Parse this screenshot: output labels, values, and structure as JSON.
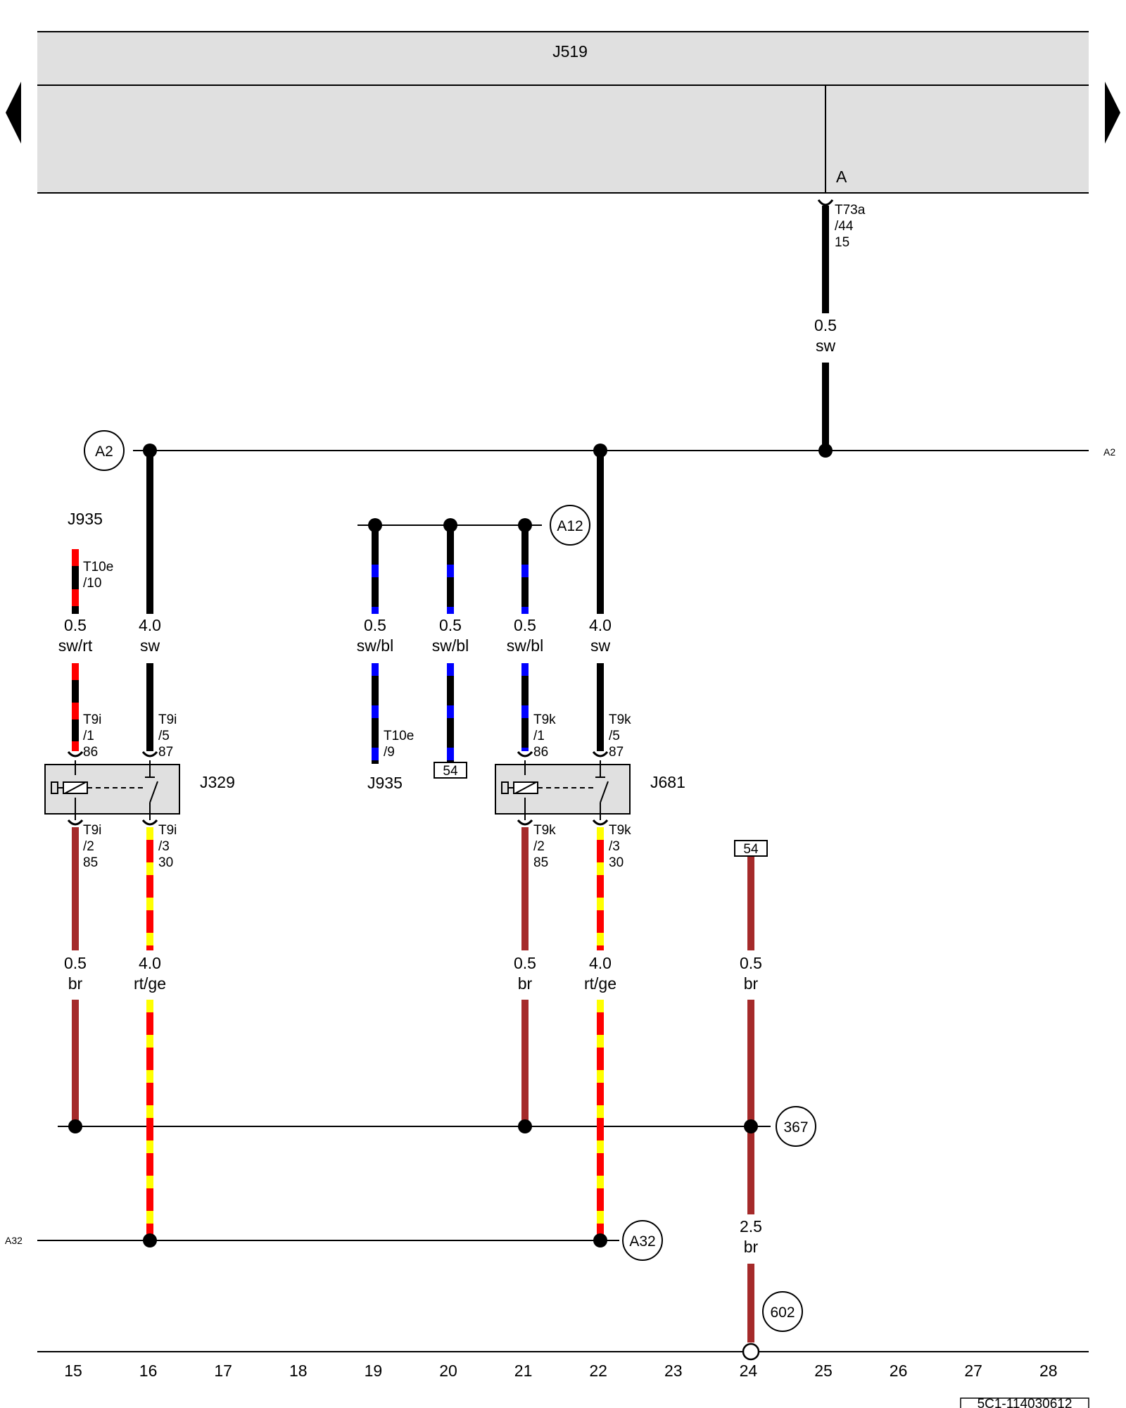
{
  "colors": {
    "module_fill": "#e0e0e0",
    "wire_sw": "#000000",
    "wire_rt": "#ff0000",
    "wire_bl": "#0000ff",
    "wire_ge": "#ffff00",
    "wire_br": "#a52a2a"
  },
  "module": {
    "name": "J519",
    "pin_letter": "A"
  },
  "nav": {
    "prev": "arrow-left-icon",
    "next": "arrow-right-icon"
  },
  "connectors": {
    "j519_pin": {
      "conn": "T73a",
      "pin": "/44",
      "term": "15"
    },
    "j935_t10e_10": {
      "conn": "T10e",
      "pin": "/10"
    },
    "j935_t10e_9": {
      "conn": "T10e",
      "pin": "/9"
    },
    "j329_86": {
      "conn": "T9i",
      "pin": "/1",
      "term": "86"
    },
    "j329_87": {
      "conn": "T9i",
      "pin": "/5",
      "term": "87"
    },
    "j329_85": {
      "conn": "T9i",
      "pin": "/2",
      "term": "85"
    },
    "j329_30": {
      "conn": "T9i",
      "pin": "/3",
      "term": "30"
    },
    "j681_86": {
      "conn": "T9k",
      "pin": "/1",
      "term": "86"
    },
    "j681_87": {
      "conn": "T9k",
      "pin": "/5",
      "term": "87"
    },
    "j681_85": {
      "conn": "T9k",
      "pin": "/2",
      "term": "85"
    },
    "j681_30": {
      "conn": "T9k",
      "pin": "/3",
      "term": "30"
    }
  },
  "components": {
    "j935_top": "J935",
    "j935_mid": "J935",
    "j329": "J329",
    "j681": "J681"
  },
  "wires": {
    "w_j519": {
      "size": "0.5",
      "color": "sw"
    },
    "w15_top": {
      "size": "0.5",
      "color": "sw/rt"
    },
    "w16_top": {
      "size": "4.0",
      "color": "sw"
    },
    "w19": {
      "size": "0.5",
      "color": "sw/bl"
    },
    "w20": {
      "size": "0.5",
      "color": "sw/bl"
    },
    "w21_top": {
      "size": "0.5",
      "color": "sw/bl"
    },
    "w22_top": {
      "size": "4.0",
      "color": "sw"
    },
    "w15_bot": {
      "size": "0.5",
      "color": "br"
    },
    "w16_bot": {
      "size": "4.0",
      "color": "rt/ge"
    },
    "w21_bot": {
      "size": "0.5",
      "color": "br"
    },
    "w22_bot": {
      "size": "4.0",
      "color": "rt/ge"
    },
    "w24_top": {
      "size": "0.5",
      "color": "br"
    },
    "w24_bot": {
      "size": "2.5",
      "color": "br"
    }
  },
  "refs": {
    "a2_left": "A2",
    "a2_right": "A2",
    "a12": "A12",
    "a32_left": "A32",
    "a32_right": "A32",
    "r367": "367",
    "r602": "602"
  },
  "terminals": {
    "t54_col20": "54",
    "t54_col24": "54"
  },
  "columns": [
    "15",
    "16",
    "17",
    "18",
    "19",
    "20",
    "21",
    "22",
    "23",
    "24",
    "25",
    "26",
    "27",
    "28"
  ],
  "doc_id": "5C1-114030612"
}
